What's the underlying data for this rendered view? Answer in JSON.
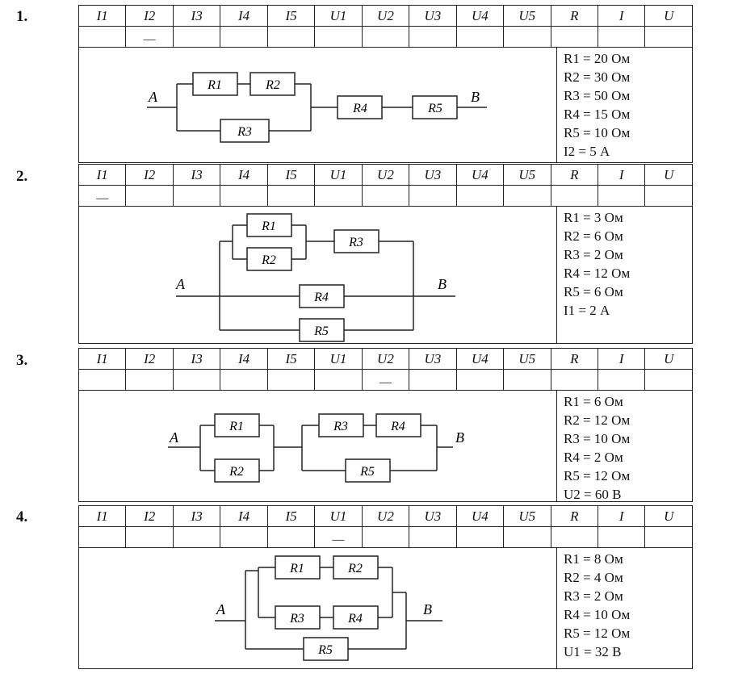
{
  "headers": [
    "I1",
    "I2",
    "I3",
    "I4",
    "I5",
    "U1",
    "U2",
    "U3",
    "U4",
    "U5",
    "R",
    "I",
    "U"
  ],
  "problems": [
    {
      "number": "1.",
      "known_mark": "—",
      "known_col": 1,
      "labels": {
        "a": "A",
        "b": "B",
        "r1": "R1",
        "r2": "R2",
        "r3": "R3",
        "r4": "R4",
        "r5": "R5"
      },
      "given": [
        "R1 = 20 Ом",
        "R2 = 30 Ом",
        "R3 = 50 Ом",
        "R4 = 15 Ом",
        "R5 = 10 Ом",
        "I2 = 5 А"
      ]
    },
    {
      "number": "2.",
      "known_mark": "—",
      "known_col": 0,
      "labels": {
        "a": "A",
        "b": "B",
        "r1": "R1",
        "r2": "R2",
        "r3": "R3",
        "r4": "R4",
        "r5": "R5"
      },
      "given": [
        "R1 = 3 Ом",
        "R2 = 6 Ом",
        "R3 = 2 Ом",
        "R4 = 12 Ом",
        "R5 = 6 Ом",
        "I1 = 2 А"
      ]
    },
    {
      "number": "3.",
      "known_mark": "—",
      "known_col": 6,
      "labels": {
        "a": "A",
        "b": "B",
        "r1": "R1",
        "r2": "R2",
        "r3": "R3",
        "r4": "R4",
        "r5": "R5"
      },
      "given": [
        "R1 = 6 Ом",
        "R2 = 12 Ом",
        "R3 = 10 Ом",
        "R4 = 2 Ом",
        "R5 = 12 Ом",
        "U2 = 60 В"
      ]
    },
    {
      "number": "4.",
      "known_mark": "—",
      "known_col": 5,
      "labels": {
        "a": "A",
        "b": "B",
        "r1": "R1",
        "r2": "R2",
        "r3": "R3",
        "r4": "R4",
        "r5": "R5"
      },
      "given": [
        "R1 = 8 Ом",
        "R2 = 4 Ом",
        "R3 = 2 Ом",
        "R4 = 10 Ом",
        "R5 = 12 Ом",
        "U1 = 32 В"
      ]
    }
  ]
}
